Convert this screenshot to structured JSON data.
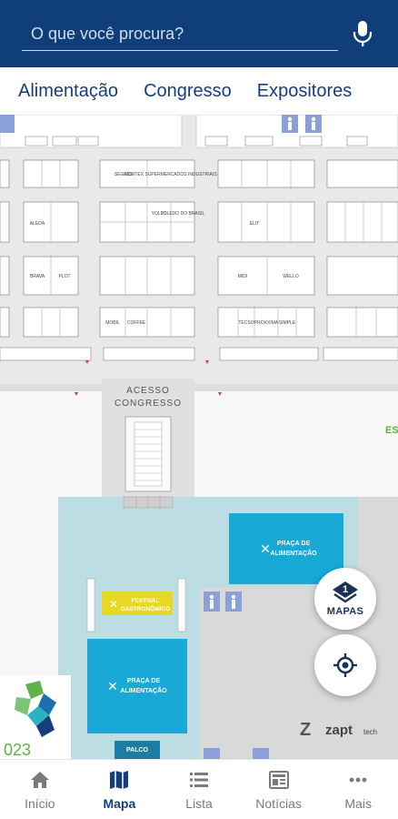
{
  "search": {
    "placeholder": "O que você procura?"
  },
  "tabs": [
    {
      "label": "Alimentação"
    },
    {
      "label": "Congresso"
    },
    {
      "label": "Expositores"
    }
  ],
  "map": {
    "corridor_label": "ACESSO CONGRESSO",
    "food_court_top": "PRAÇA DE ALIMENTAÇÃO",
    "food_court_bottom": "PRAÇA DE ALIMENTAÇÃO",
    "festival_label": "FESTIVAL GASTRONÔMICO",
    "stage_label": "PALCO",
    "year_fragment": "023",
    "partial_right_label": "ES",
    "brand_watermark": "zapt tech",
    "row1_booths": [
      "SEGEOL",
      "NORTEX SUPERMERCADOS INDUSTRIAIS"
    ],
    "row2_booths": [
      "ALEDA",
      "ELIT",
      "YOLLO",
      "TOLEDO DO BRASIL"
    ],
    "row3_booths": [
      "BRAVA",
      "PLOT",
      "MIDI",
      "WELLO"
    ],
    "row4_booths": [
      "MOBIL",
      "COFFEE",
      "TECSO",
      "PROXXIMA",
      "SIMPLE"
    ]
  },
  "fabs": {
    "maps_label": "MAPAS",
    "maps_count": "1"
  },
  "nav": [
    {
      "label": "Início"
    },
    {
      "label": "Mapa"
    },
    {
      "label": "Lista"
    },
    {
      "label": "Notícias"
    },
    {
      "label": "Mais"
    }
  ],
  "colors": {
    "header": "#0f3e78",
    "accent": "#163e7a",
    "food_court": "#18a9d6",
    "festival": "#e6d823",
    "plaza": "#bcdde3"
  }
}
